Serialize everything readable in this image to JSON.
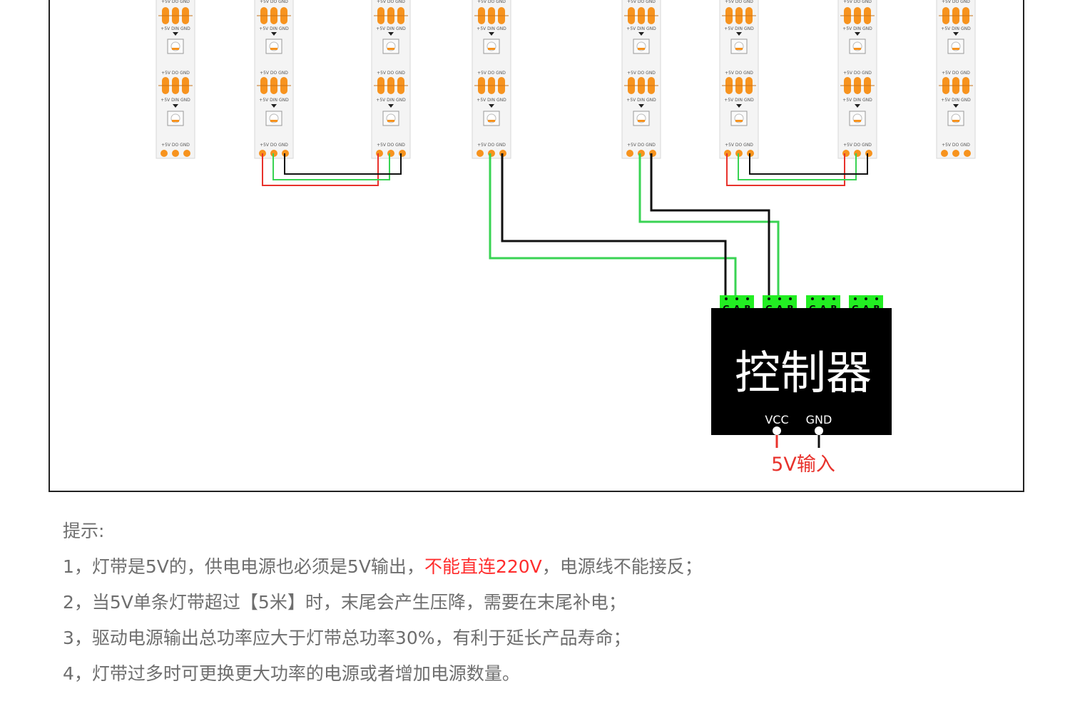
{
  "controller": {
    "label": "控制器",
    "vcc": "VCC",
    "gnd": "GND",
    "input_label": "5V输入",
    "port_letters": [
      "G",
      "A",
      "B"
    ],
    "port_count": 4
  },
  "strip": {
    "pad_row1": "+5V DO GND",
    "pad_row2": "+5V DIN GND",
    "led_color": "#f7931e",
    "count": 8
  },
  "tips": {
    "heading": "提示:",
    "items": [
      {
        "before": "1，灯带是5V的，供电电源也必须是5V输出，",
        "highlight": "不能直连220V",
        "after": "，电源线不能接反；"
      },
      {
        "before": "2，当5V单条灯带超过【5米】时，末尾会产生压降，需要在末尾补电；",
        "highlight": "",
        "after": ""
      },
      {
        "before": "3，驱动电源输出总功率应大于灯带总功率30%，有利于延长产品寿命；",
        "highlight": "",
        "after": ""
      },
      {
        "before": "4，灯带过多时可更换更大功率的电源或者增加电源数量。",
        "highlight": "",
        "after": ""
      }
    ]
  },
  "colors": {
    "wire_red": "#e8322c",
    "wire_green": "#39d353",
    "wire_black": "#111111",
    "connector_green": "#22ee22",
    "highlight_red": "#ff2d2d"
  }
}
